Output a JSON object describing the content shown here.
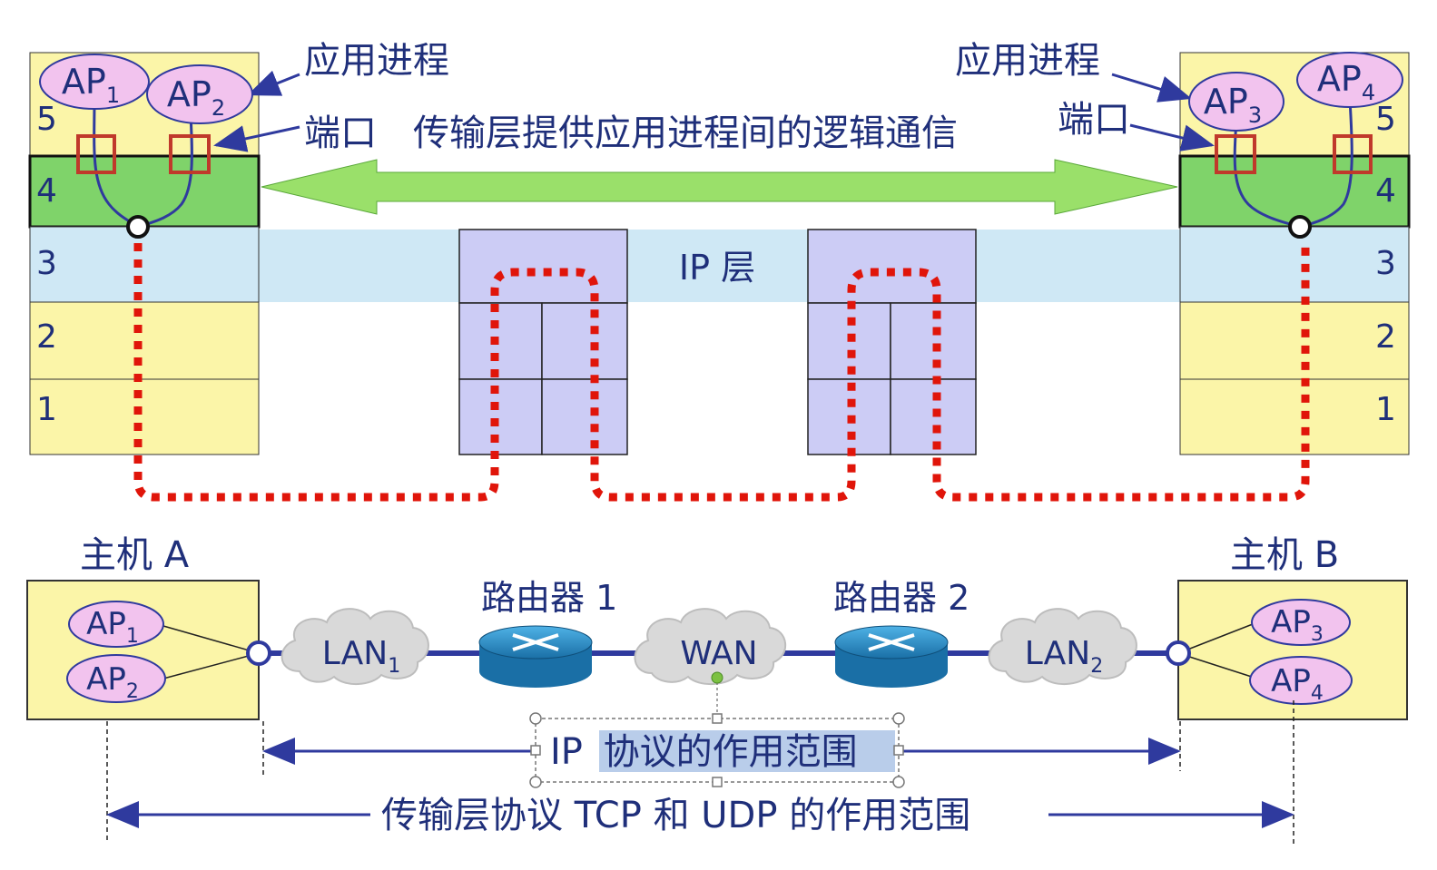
{
  "labels": {
    "app_process_left": "应用进程",
    "app_process_right": "应用进程",
    "port_left": "端口",
    "port_right": "端口",
    "transport_comm": "传输层提供应用进程间的逻辑通信",
    "ip_layer": "IP 层",
    "host_a": "主机 A",
    "host_b": "主机 B",
    "router1": "路由器 1",
    "router2": "路由器 2",
    "ip_scope_prefix": "IP ",
    "ip_scope_highlight": "协议的作用范围",
    "tcp_udp_scope": "传输层协议 TCP 和 UDP 的作用范围"
  },
  "layers_left": [
    "5",
    "4",
    "3",
    "2",
    "1"
  ],
  "layers_right": [
    "5",
    "4",
    "3",
    "2",
    "1"
  ],
  "processes": {
    "ap1": {
      "base": "AP",
      "sub": "1"
    },
    "ap2": {
      "base": "AP",
      "sub": "2"
    },
    "ap3": {
      "base": "AP",
      "sub": "3"
    },
    "ap4": {
      "base": "AP",
      "sub": "4"
    }
  },
  "networks": {
    "lan1": {
      "base": "LAN",
      "sub": "1"
    },
    "wan": {
      "base": "WAN",
      "sub": ""
    },
    "lan2": {
      "base": "LAN",
      "sub": "2"
    }
  },
  "colors": {
    "text": "#1f2f7a",
    "stack": "#fbf5a8",
    "layer4": "#7fd36a",
    "ip_band": "#cfe8f5",
    "ap": "#f2c3ee",
    "router_box": "#ccccf5",
    "dotted_path": "#e0150a",
    "port": "#c0392b",
    "arrow": "#9ae06a",
    "router": "#1f86bf",
    "cloud": "#d8d8d8",
    "line": "#2f3a9e"
  }
}
